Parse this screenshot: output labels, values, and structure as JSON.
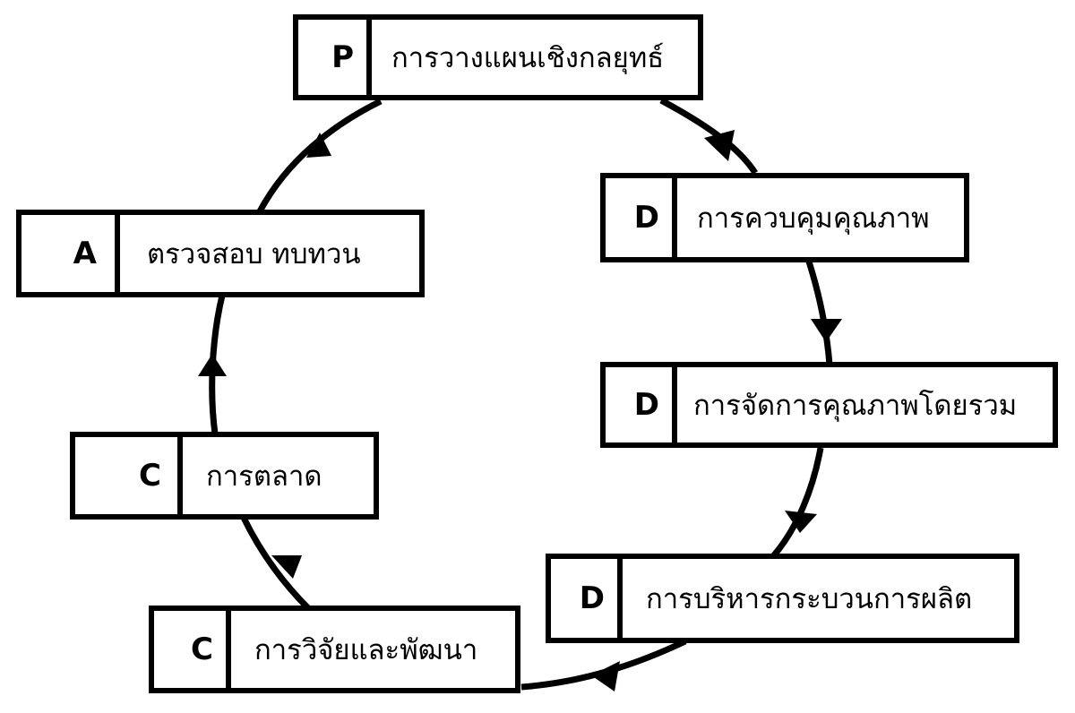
{
  "diagram": {
    "stages": [
      {
        "letter": "P",
        "label": "การวางแผนเชิงกลยุทธ์"
      },
      {
        "letter": "D",
        "label": "การควบคุมคุณภาพ"
      },
      {
        "letter": "D",
        "label": "การจัดการคุณภาพโดยรวม"
      },
      {
        "letter": "D",
        "label": "การบริหารกระบวนการผลิต"
      },
      {
        "letter": "C",
        "label": "การวิจัยและพัฒนา"
      },
      {
        "letter": "C",
        "label": "การตลาด"
      },
      {
        "letter": "A",
        "label": "ตรวจสอบ ทบทวน"
      }
    ],
    "colors": {
      "line": "#000000",
      "box_fill": "#ffffff"
    }
  }
}
